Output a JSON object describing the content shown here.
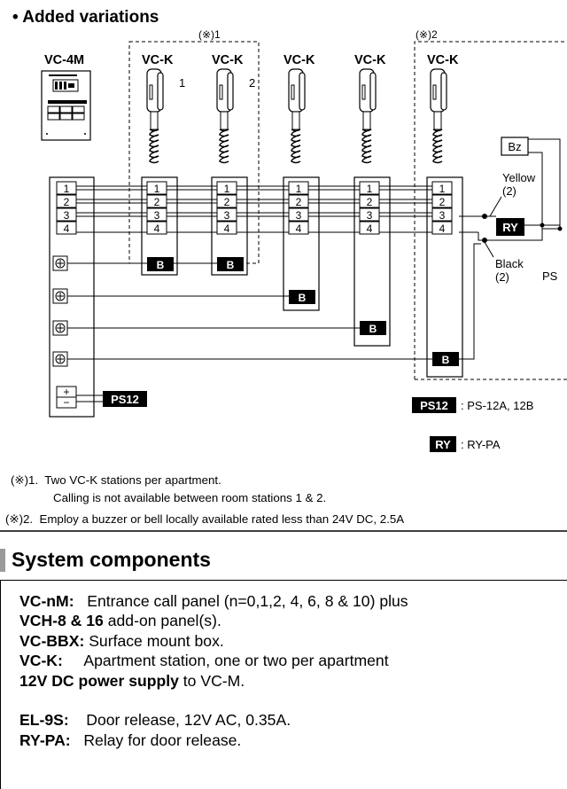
{
  "section1": {
    "title": "• Added variations",
    "mark1": "(※)1",
    "mark2": "(※)2",
    "entrance_label": "VC-4M",
    "station_label": "VC-K",
    "handset1_num": "1",
    "handset2_num": "2",
    "terminals": [
      "1",
      "2",
      "3",
      "4"
    ],
    "b_label": "B",
    "ps12_label": "PS12",
    "plus": "+",
    "minus": "−",
    "bz_label": "Bz",
    "yellow_label": "Yellow",
    "yellow_count": "(2)",
    "black_label": "Black",
    "black_count": "(2)",
    "ry_label": "RY",
    "ps_label": "PS",
    "legend_ps12": ": PS-12A, 12B",
    "legend_ry": ": RY-PA",
    "note1_a": "(※)1.  Two VC-K stations per apartment.",
    "note1_b": "Calling is not available between room stations 1 & 2.",
    "note2": "(※)2.  Employ a buzzer or bell locally available rated less than 24V DC, 2.5A"
  },
  "section2": {
    "heading": "System components",
    "lines": [
      {
        "b": "VC-nM:",
        "t": "   Entrance call panel (n=0,1,2, 4, 6, 8 & 10) plus"
      },
      {
        "b": "VCH-8 & 16",
        "t": " add-on panel(s)."
      },
      {
        "b": "VC-BBX:",
        "t": " Surface mount box."
      },
      {
        "b": "VC-K:",
        "t": "     Apartment station, one or two per apartment"
      },
      {
        "b": "12V DC power supply",
        "t": " to VC-M."
      },
      {
        "b": "",
        "t": ""
      },
      {
        "b": "EL-9S:",
        "t": "    Door release, 12V AC, 0.35A."
      },
      {
        "b": "RY-PA:",
        "t": "   Relay for door release."
      }
    ]
  }
}
